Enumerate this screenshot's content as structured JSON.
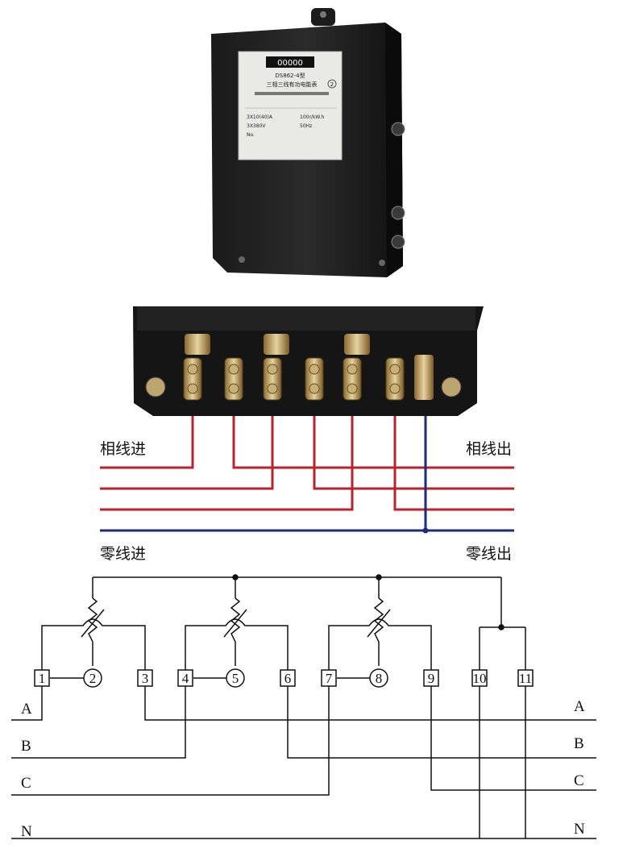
{
  "meter": {
    "counter": "00000",
    "model": "DS862-4型",
    "name": "三相三线有功电能表",
    "class_mark": "2",
    "spec_current": "3X10(40)A",
    "spec_constant": "100r/kW.h",
    "spec_voltage": "3X380V",
    "spec_freq": "50Hz",
    "serial_label": "No."
  },
  "wiring_photo": {
    "phase_in": "相线进",
    "phase_out": "相线出",
    "neutral_in": "零线进",
    "neutral_out": "零线出",
    "colors": {
      "phase": "#b8232e",
      "neutral": "#1f2a7a"
    }
  },
  "schematic": {
    "terminals": [
      "1",
      "2",
      "3",
      "4",
      "5",
      "6",
      "7",
      "8",
      "9",
      "10",
      "11"
    ],
    "lines_left": [
      "A",
      "B",
      "C",
      "N"
    ],
    "lines_right": [
      "A",
      "B",
      "C",
      "N"
    ]
  }
}
